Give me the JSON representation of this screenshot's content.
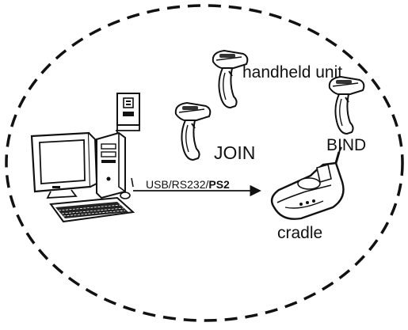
{
  "diagram": {
    "labels": {
      "handheld_unit": "handheld unit",
      "join": "JOIN",
      "bind": "BIND",
      "cradle": "cradle"
    },
    "interface": {
      "usb_rs232": "USB/RS232/",
      "ps2": "PS2"
    },
    "icons": [
      "computer-icon",
      "scanner-icon",
      "cradle-icon"
    ]
  }
}
